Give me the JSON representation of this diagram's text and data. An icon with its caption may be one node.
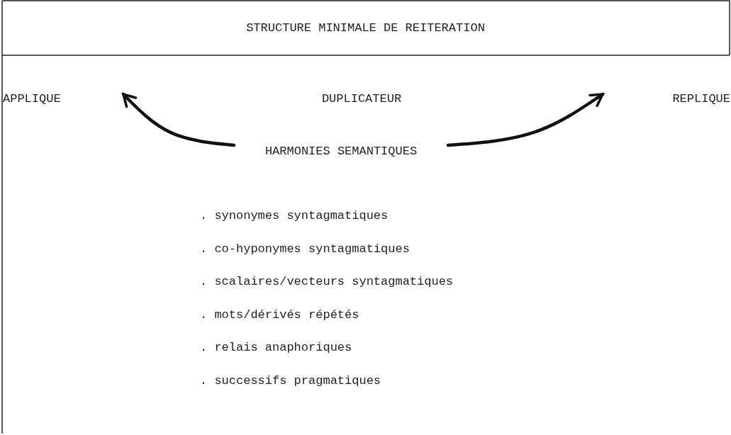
{
  "diagram": {
    "title": "STRUCTURE MINIMALE DE REITERATION",
    "nodes": [
      {
        "text": [
          "APPLIQUE"
        ]
      },
      {
        "text": [
          "DUPLICATEUR"
        ]
      },
      {
        "text": [
          "REPLIQUE"
        ]
      },
      {
        "text": [
          "HARMONIES SEMANTIQUES"
        ]
      }
    ],
    "edges": [
      {
        "from": 3,
        "to": 0,
        "arrow": "to"
      },
      {
        "from": 3,
        "to": 2,
        "arrow": "to"
      }
    ],
    "labels": [
      ". synonymes syntagmatiques",
      ". co-hyponymes syntagmatiques",
      ". scalaires/vecteurs syntagmatiques",
      ". mots/dérivés répétés",
      ". relais anaphoriques",
      ". successifs pragmatiques"
    ]
  }
}
